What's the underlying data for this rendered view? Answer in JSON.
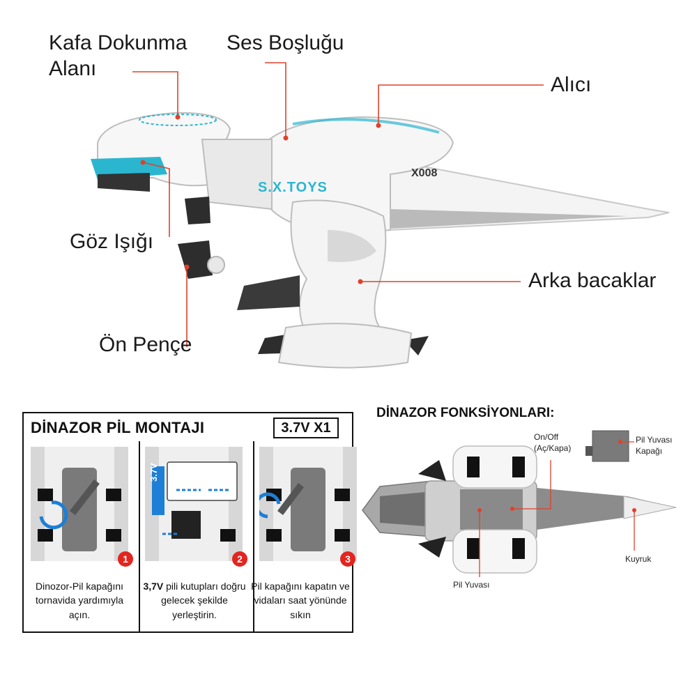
{
  "top_diagram": {
    "labels": {
      "head_touch": "Kafa Dokunma\nAlanı",
      "sound_hole": "Ses Boşluğu",
      "receiver": "Alıcı",
      "eye_light": "Göz Işığı",
      "hind_legs": "Arka bacaklar",
      "front_claw": "Ön Pençe"
    },
    "brand_mark": "S.X.TOYS",
    "model_mark": "X008"
  },
  "battery_panel": {
    "title": "DİNAZOR PİL MONTAJI",
    "voltage": "3.7V X1",
    "battery_label": "3.7V",
    "steps": [
      {
        "number": "1",
        "caption": "Dinozor-Pil kapağını tornavida yardımıyla açın."
      },
      {
        "number": "2",
        "caption_bold": "3,7V",
        "caption": " pili kutupları doğru gelecek şekilde yerleştirin."
      },
      {
        "number": "3",
        "caption": "Pil kapağını kapatın ve vidaları saat yönünde sıkın"
      }
    ]
  },
  "functions": {
    "title": "DİNAZOR FONKSİYONLARI:",
    "labels": {
      "on_off": "On/Off\n(Aç/Kapa)",
      "battery_cover": "Pil Yuvası\nKapağı",
      "battery_slot": "Pil Yuvası",
      "tail": "Kuyruk"
    }
  },
  "colors": {
    "leader_line": "#e0402a",
    "accent_cyan": "#2bb6d0",
    "badge_red": "#e3251f",
    "battery_blue": "#1e7fd6"
  }
}
